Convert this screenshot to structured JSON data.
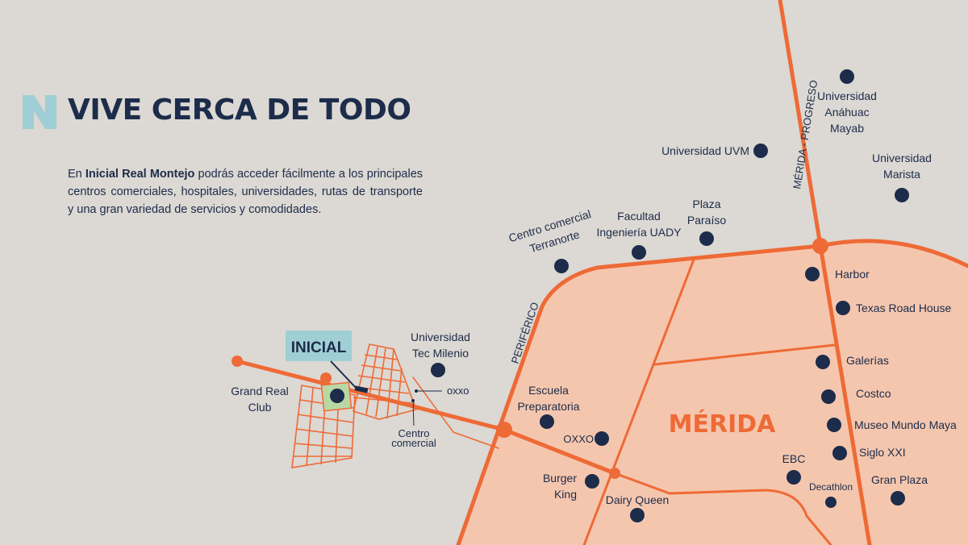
{
  "header": {
    "logo_icon": "n-logo-icon",
    "title": "VIVE CERCA DE TODO",
    "description_prefix": "En ",
    "description_bold": "Inicial Real Montejo",
    "description_rest": " podrás acceder fácilmente a los principales centros comerciales, hospitales, universidades, rutas de transporte y una gran variedad de servicios y comodidades."
  },
  "colors": {
    "background": "#dcd8d3",
    "navy": "#1c2c4a",
    "road_orange": "#ee6a36",
    "city_fill": "#f5c6ae",
    "inicial_badge": "#9fcfd4",
    "club_green": "#b8d7a5",
    "logo_teal": "#9fcfd4"
  },
  "map": {
    "city_label": "MÉRIDA",
    "inicial_label": "INICIAL",
    "road_labels": {
      "progreso": "MÉRIDA - PROGRESO",
      "periferico": "PERIFÉRICO"
    },
    "pois": [
      {
        "id": "anahuac",
        "lines": [
          "Universidad",
          "Anáhuac",
          "Mayab"
        ]
      },
      {
        "id": "uvm",
        "lines": [
          "Universidad UVM"
        ]
      },
      {
        "id": "marista",
        "lines": [
          "Universidad",
          "Marista"
        ]
      },
      {
        "id": "plaza-paraiso",
        "lines": [
          "Plaza",
          "Paraíso"
        ]
      },
      {
        "id": "uady",
        "lines": [
          "Facultad",
          "Ingeniería UADY"
        ]
      },
      {
        "id": "terranorte",
        "lines": [
          "Centro comercial",
          "Terranorte"
        ]
      },
      {
        "id": "harbor",
        "lines": [
          "Harbor"
        ]
      },
      {
        "id": "texas",
        "lines": [
          "Texas Road House"
        ]
      },
      {
        "id": "galerias",
        "lines": [
          "Galerías"
        ]
      },
      {
        "id": "costco",
        "lines": [
          "Costco"
        ]
      },
      {
        "id": "museo",
        "lines": [
          "Museo Mundo Maya"
        ]
      },
      {
        "id": "siglo",
        "lines": [
          "Siglo XXI"
        ]
      },
      {
        "id": "ebc",
        "lines": [
          "EBC"
        ]
      },
      {
        "id": "decathlon",
        "lines": [
          "Decathlon"
        ]
      },
      {
        "id": "gran-plaza",
        "lines": [
          "Gran Plaza"
        ]
      },
      {
        "id": "escuela",
        "lines": [
          "Escuela",
          "Preparatoria"
        ]
      },
      {
        "id": "oxxo-1",
        "lines": [
          "OXXO"
        ]
      },
      {
        "id": "burger",
        "lines": [
          "Burger",
          "King"
        ]
      },
      {
        "id": "dairy",
        "lines": [
          "Dairy Queen"
        ]
      },
      {
        "id": "tec",
        "lines": [
          "Universidad",
          "Tec Milenio"
        ]
      },
      {
        "id": "oxxo-2",
        "lines": [
          "oxxo"
        ]
      },
      {
        "id": "centro-comercial",
        "lines": [
          "Centro",
          "comercial"
        ]
      },
      {
        "id": "grand-real",
        "lines": [
          "Grand Real",
          "Club"
        ]
      }
    ]
  }
}
